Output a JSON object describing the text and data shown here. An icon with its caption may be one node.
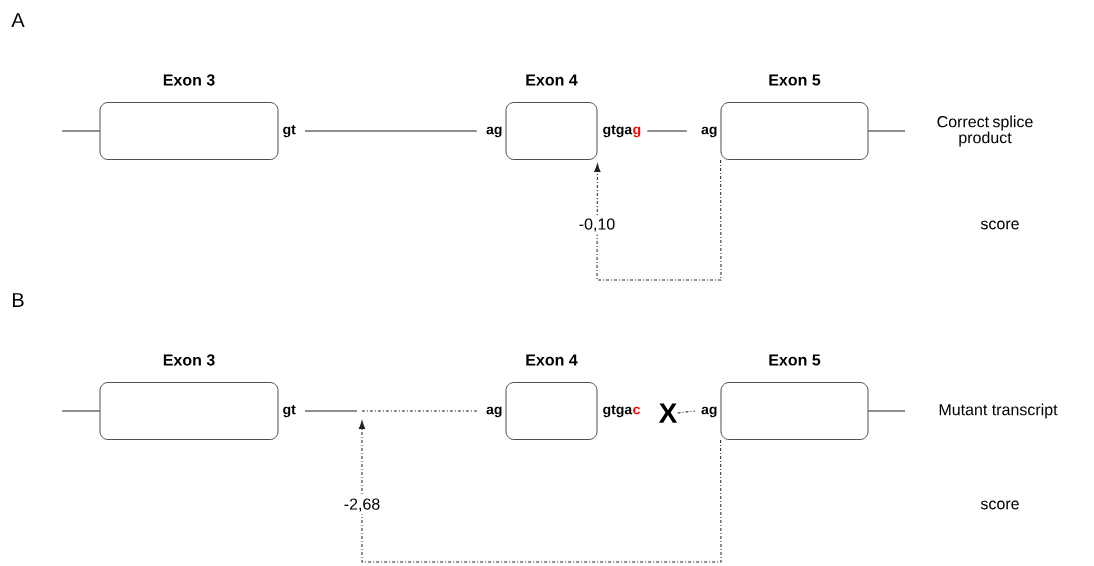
{
  "diagram": {
    "nodes": [
      {
        "text": [
          "Exon 3"
        ],
        "beside": [
          "gt"
        ]
      },
      {
        "text": [
          "Exon 4"
        ],
        "beside": [
          "ag",
          "gtga",
          "g"
        ]
      },
      {
        "text": [
          "Exon 5"
        ],
        "beside": [
          "ag"
        ]
      },
      {
        "text": [
          "Exon 3"
        ],
        "beside": [
          "gt"
        ]
      },
      {
        "text": [
          "Exon 4"
        ],
        "beside": [
          "ag",
          "gtga",
          "c"
        ]
      },
      {
        "text": [
          "Exon 5"
        ],
        "beside": [
          "ag"
        ]
      },
      {
        "text": [
          "X"
        ]
      }
    ],
    "edges": [
      {
        "from": null,
        "to": 0,
        "arrow": "none"
      },
      {
        "from": 0,
        "to": 1,
        "arrow": "none"
      },
      {
        "from": 1,
        "to": 2,
        "arrow": "none"
      },
      {
        "from": 2,
        "to": null,
        "arrow": "none"
      },
      {
        "from": 2,
        "to": 1,
        "arrow": "to",
        "style": "dashed",
        "label": "-0,10"
      },
      {
        "from": null,
        "to": 3,
        "arrow": "none"
      },
      {
        "from": 3,
        "to": null,
        "arrow": "none"
      },
      {
        "from": null,
        "to": 4,
        "arrow": "none",
        "style": "dashed"
      },
      {
        "from": 6,
        "to": 5,
        "arrow": "none",
        "style": "dashed"
      },
      {
        "from": 5,
        "to": null,
        "arrow": "none"
      },
      {
        "from": 5,
        "to": null,
        "arrow": "to",
        "style": "dashed",
        "label": "-2,68"
      }
    ],
    "labels": [
      "A",
      "Correct splice product",
      "score",
      "B",
      "Mutant transcript",
      "score"
    ]
  }
}
